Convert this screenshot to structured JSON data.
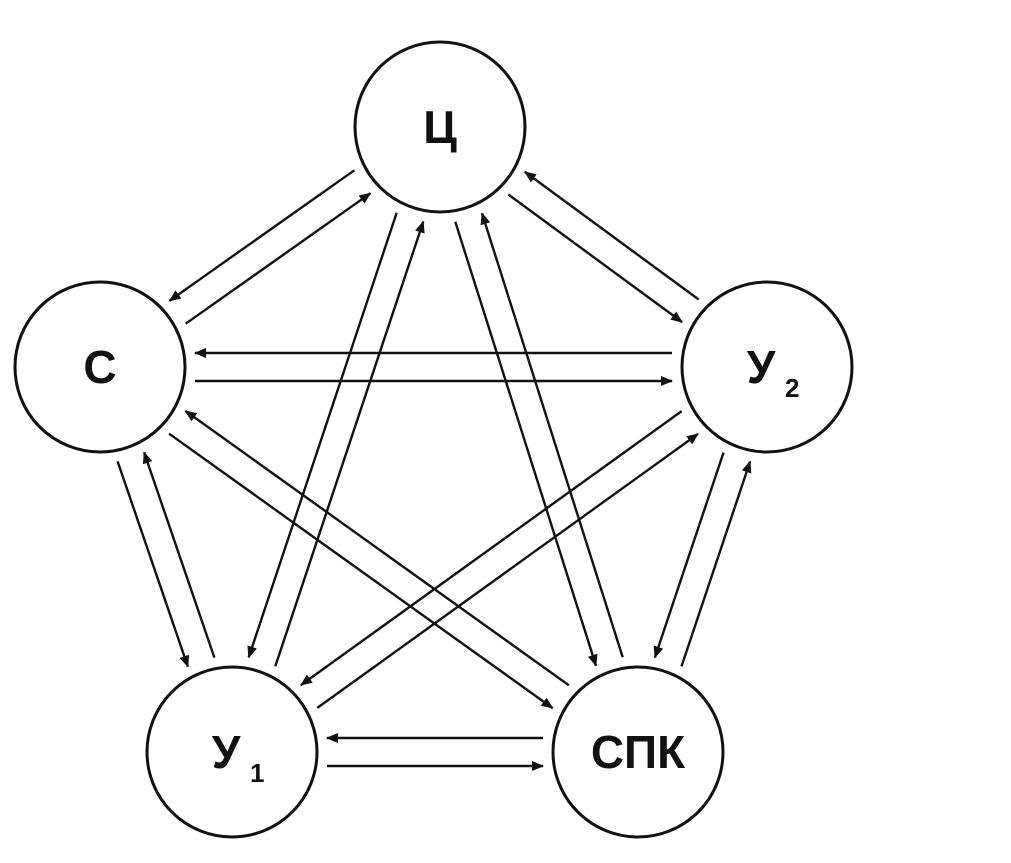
{
  "diagram": {
    "nodes": [
      {
        "id": "c",
        "label": "Ц",
        "sub": ""
      },
      {
        "id": "s",
        "label": "С",
        "sub": ""
      },
      {
        "id": "u2",
        "label": "У",
        "sub": "2"
      },
      {
        "id": "u1",
        "label": "У",
        "sub": "1"
      },
      {
        "id": "spk",
        "label": "СПК",
        "sub": ""
      }
    ],
    "edges": [
      {
        "from": "s",
        "to": "c"
      },
      {
        "from": "c",
        "to": "s"
      },
      {
        "from": "c",
        "to": "u2"
      },
      {
        "from": "u2",
        "to": "c"
      },
      {
        "from": "s",
        "to": "u2"
      },
      {
        "from": "u2",
        "to": "s"
      },
      {
        "from": "s",
        "to": "u1"
      },
      {
        "from": "u1",
        "to": "s"
      },
      {
        "from": "u2",
        "to": "spk"
      },
      {
        "from": "spk",
        "to": "u2"
      },
      {
        "from": "u1",
        "to": "spk"
      },
      {
        "from": "spk",
        "to": "u1"
      },
      {
        "from": "u1",
        "to": "c"
      },
      {
        "from": "c",
        "to": "u1"
      },
      {
        "from": "spk",
        "to": "c"
      },
      {
        "from": "c",
        "to": "spk"
      },
      {
        "from": "spk",
        "to": "s"
      },
      {
        "from": "s",
        "to": "spk"
      },
      {
        "from": "u1",
        "to": "u2"
      },
      {
        "from": "u2",
        "to": "u1"
      }
    ]
  }
}
